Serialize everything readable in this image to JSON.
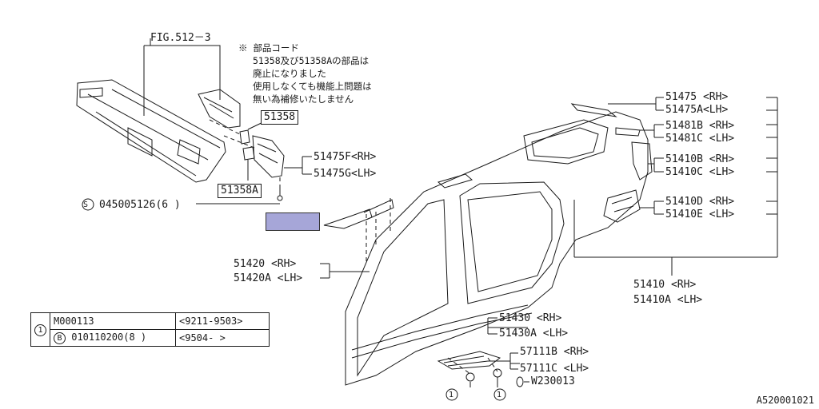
{
  "fig_ref": "FIG.512－3",
  "note": {
    "mark": "※",
    "lines": [
      "部品コード",
      "51358及び51358Aの部品は",
      "廃止になりました",
      "使用しなくても機能上問題は",
      "無い為補修いたしません"
    ]
  },
  "boxed_parts": {
    "p1": "51358",
    "p2": "51358A"
  },
  "bolt_label": "045005126(6 )",
  "bolt_symbol": "S",
  "labels": {
    "p51475f": "51475F<RH>",
    "p51475g": "51475G<LH>",
    "p51475": "51475  <RH>",
    "p51475a": "51475A<LH>",
    "p51481b": "51481B <RH>",
    "p51481c": "51481C <LH>",
    "p51410b": "51410B <RH>",
    "p51410c": "51410C <LH>",
    "p51410d": "51410D <RH>",
    "p51410e": "51410E <LH>",
    "p51410": "51410  <RH>",
    "p51410a": "51410A <LH>",
    "p51420": "51420  <RH>",
    "p51420a": "51420A <LH>",
    "p51430": "51430  <RH>",
    "p51430a": "51430A <LH>",
    "p57111b": "57111B <RH>",
    "p57111c": "57111C  <LH>",
    "pw230013": "W230013"
  },
  "ref_marker": "1",
  "table": {
    "marker": "1",
    "rows": [
      {
        "part": "M000113",
        "sym": "",
        "range": "<9211-9503>"
      },
      {
        "part": "010110200(8 )",
        "sym": "B",
        "range": "<9504-      >"
      }
    ]
  },
  "footer_code": "A520001021"
}
